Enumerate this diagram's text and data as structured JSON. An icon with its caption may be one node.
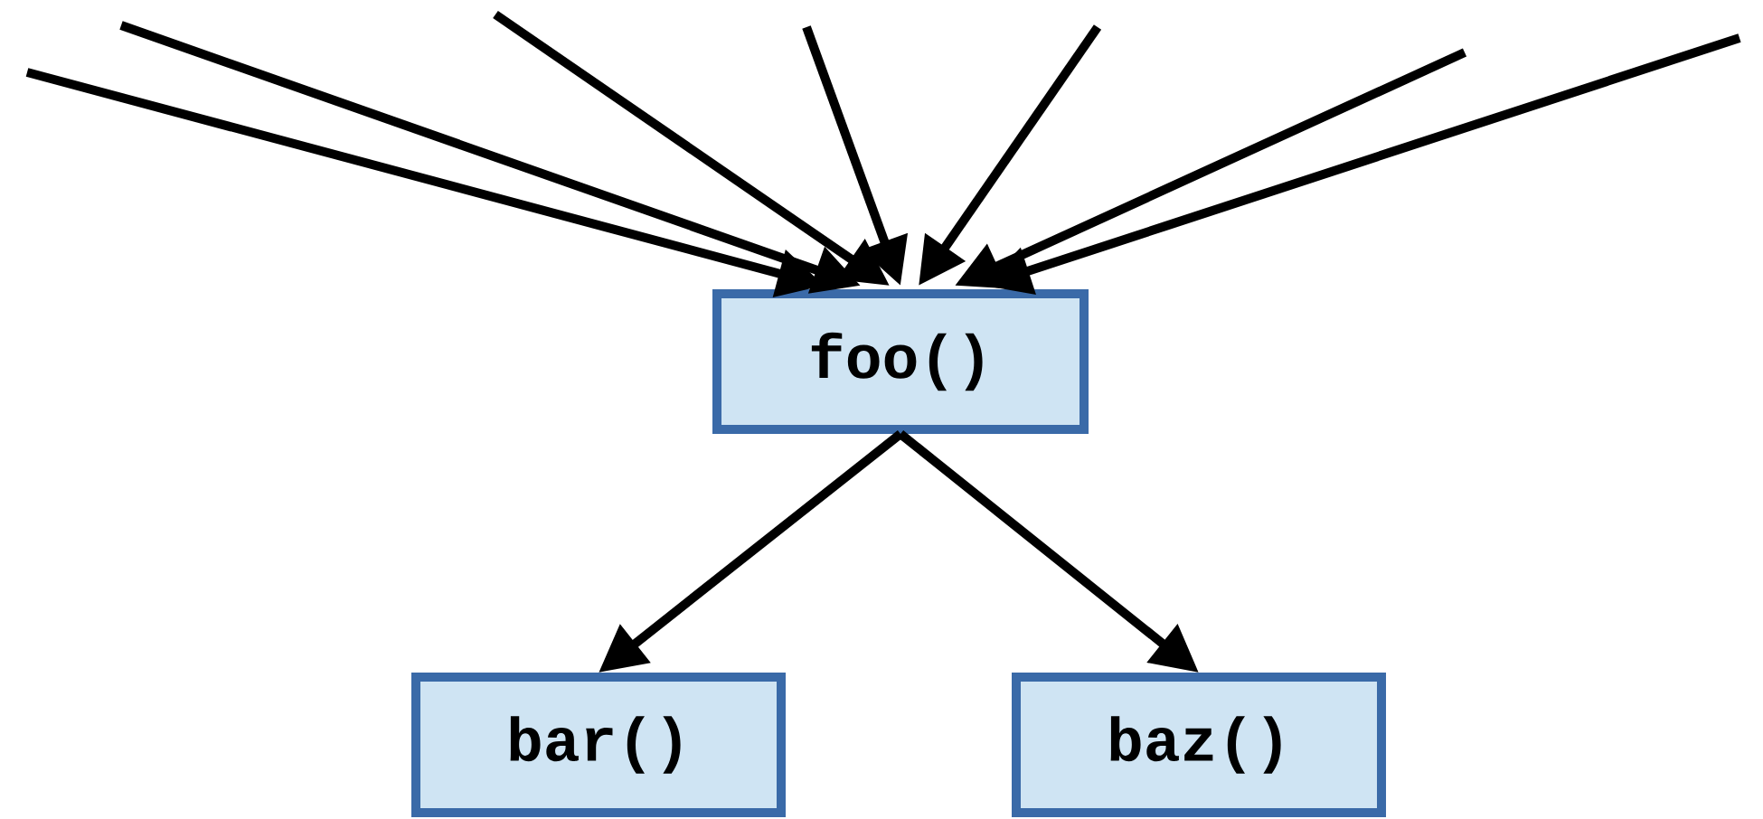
{
  "diagram": {
    "nodes": [
      {
        "text": [
          "foo()"
        ]
      },
      {
        "text": [
          "bar()"
        ]
      },
      {
        "text": [
          "baz()"
        ]
      }
    ],
    "edges": [
      {
        "from": null,
        "to": 0,
        "arrow": "to"
      },
      {
        "from": null,
        "to": 0,
        "arrow": "to"
      },
      {
        "from": null,
        "to": 0,
        "arrow": "to"
      },
      {
        "from": null,
        "to": 0,
        "arrow": "to"
      },
      {
        "from": null,
        "to": 0,
        "arrow": "to"
      },
      {
        "from": null,
        "to": 0,
        "arrow": "to"
      },
      {
        "from": null,
        "to": 0,
        "arrow": "to"
      },
      {
        "from": 0,
        "to": 1,
        "arrow": "to"
      },
      {
        "from": 0,
        "to": 2,
        "arrow": "to"
      }
    ]
  }
}
